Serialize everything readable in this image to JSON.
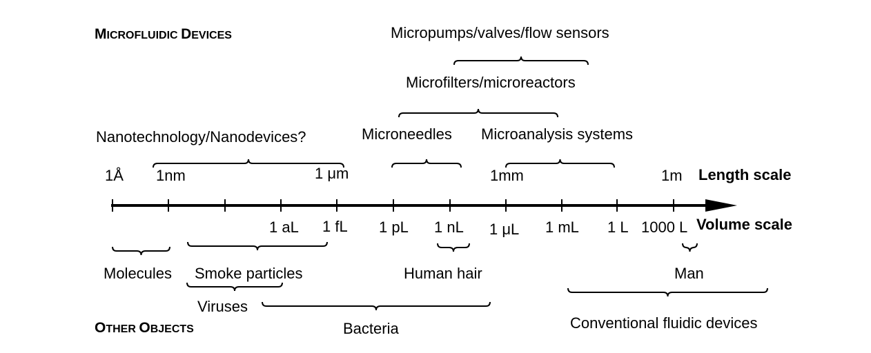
{
  "headings": {
    "microfluidic": "Microfluidic devices",
    "other": "Other objects"
  },
  "axis": {
    "length_title": "Length scale",
    "volume_title": "Volume scale",
    "length_ticks": [
      "1Å",
      "1nm",
      "1 μm",
      "1mm",
      "1m"
    ],
    "volume_ticks": [
      "1 aL",
      "1 fL",
      "1 pL",
      "1 nL",
      "1 μL",
      "1 mL",
      "1 L",
      "1000 L"
    ]
  },
  "devices": {
    "micropumps": "Micropumps/valves/flow sensors",
    "microfilters": "Microfilters/microreactors",
    "nanotech": "Nanotechnology/Nanodevices?",
    "microneedles": "Microneedles",
    "microanalysis": "Microanalysis systems"
  },
  "objects": {
    "molecules": "Molecules",
    "smoke": "Smoke particles",
    "viruses": "Viruses",
    "bacteria": "Bacteria",
    "hair": "Human hair",
    "man": "Man",
    "conventional": "Conventional fluidic devices"
  }
}
